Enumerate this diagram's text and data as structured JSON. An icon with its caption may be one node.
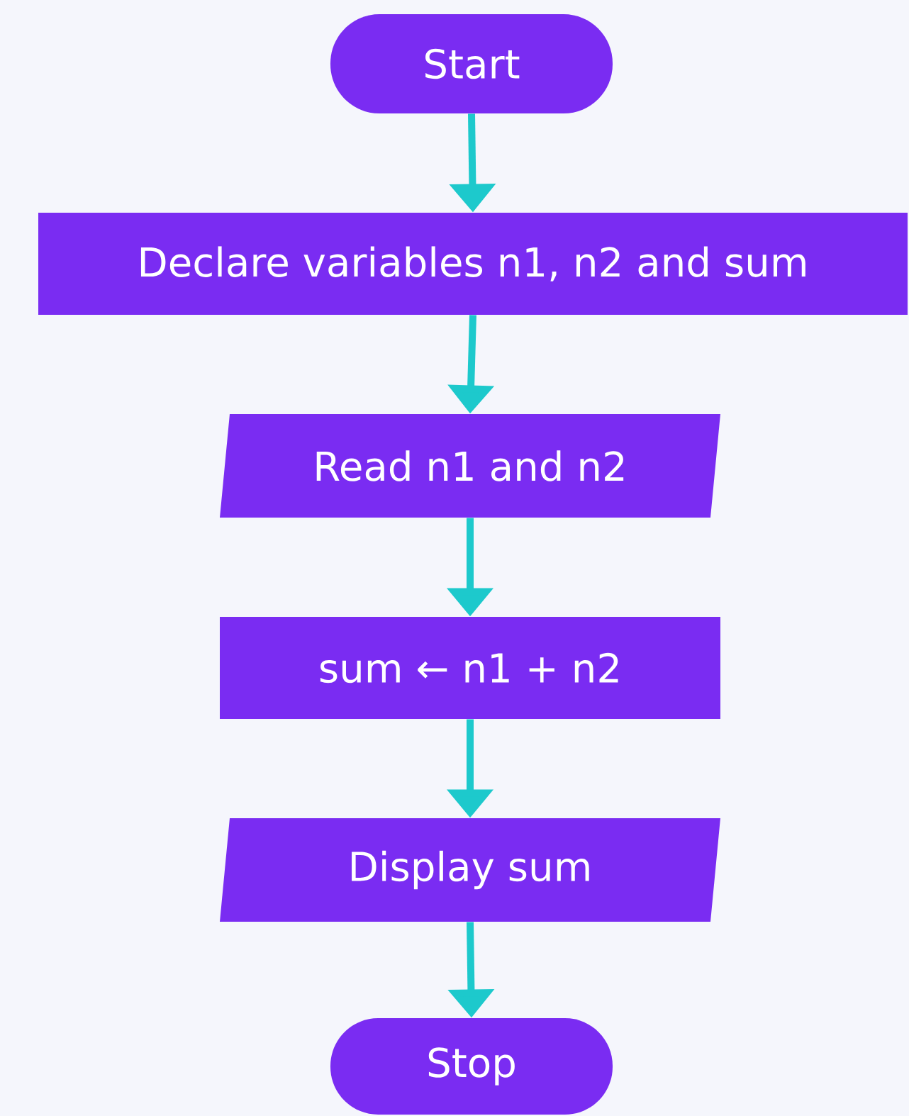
{
  "diagram": {
    "nodes": [
      {
        "text": [
          "Start"
        ]
      },
      {
        "text": [
          "Declare variables n1, n2 and sum"
        ]
      },
      {
        "text": [
          "Read n1 and n2"
        ]
      },
      {
        "text": [
          "sum ← n1 + n2"
        ]
      },
      {
        "text": [
          "Display sum"
        ]
      },
      {
        "text": [
          "Stop"
        ]
      }
    ],
    "edges": [
      {
        "from": 0,
        "to": 1,
        "arrow": "to"
      },
      {
        "from": 1,
        "to": 2,
        "arrow": "to"
      },
      {
        "from": 2,
        "to": 3,
        "arrow": "to"
      },
      {
        "from": 3,
        "to": 4,
        "arrow": "to"
      },
      {
        "from": 4,
        "to": 5,
        "arrow": "to"
      }
    ]
  }
}
